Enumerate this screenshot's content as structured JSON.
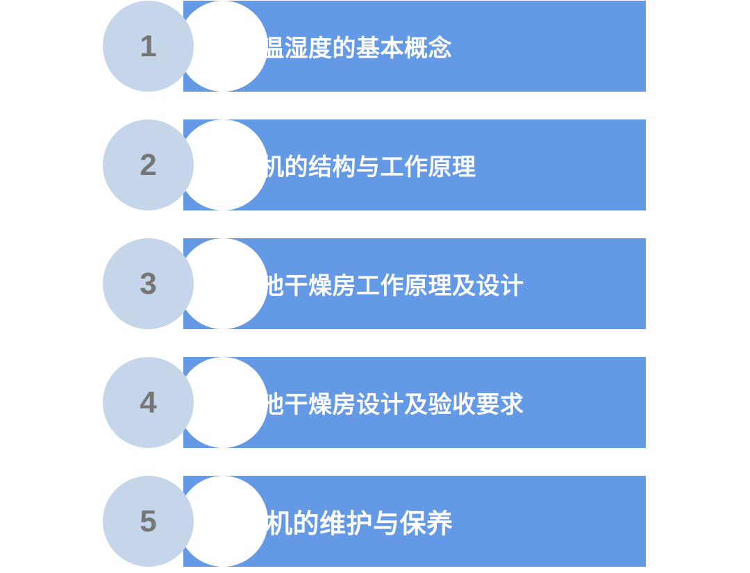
{
  "items": [
    {
      "number": "1",
      "label": "空气温湿度的基本概念"
    },
    {
      "number": "2",
      "label": "除湿机的结构与工作原理"
    },
    {
      "number": "3",
      "label": "锂电池干燥房工作原理及设计"
    },
    {
      "number": "4",
      "label": "锂电池干燥房设计及验收要求"
    },
    {
      "number": "5",
      "label": "除湿机的维护与保养"
    }
  ],
  "colors": {
    "bar": "#6499e6",
    "circle": "#c5d6ea",
    "number": "#767676",
    "label": "#ffffff"
  }
}
